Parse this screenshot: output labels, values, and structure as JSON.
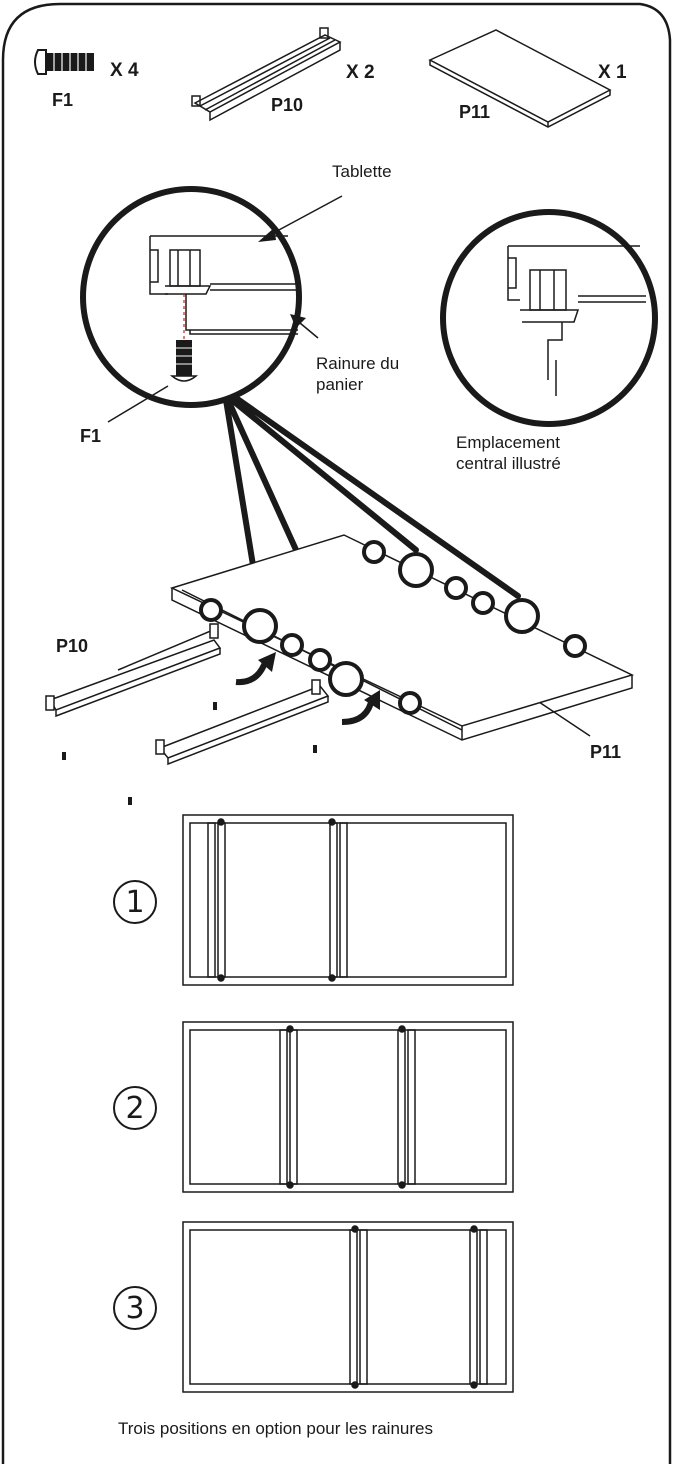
{
  "parts": {
    "f1": {
      "label": "F1",
      "qty": "X 4"
    },
    "p10": {
      "label": "P10",
      "qty": "X 2"
    },
    "p11": {
      "label": "P11",
      "qty": "X 1"
    }
  },
  "detail": {
    "tablette": "Tablette",
    "rainure_line1": "Rainure du",
    "rainure_line2": "panier",
    "f1": "F1",
    "center_line1": "Emplacement",
    "center_line2": "central illustré"
  },
  "assembly": {
    "p10": "P10",
    "p11": "P11"
  },
  "positions": {
    "items": [
      {
        "number": "1"
      },
      {
        "number": "2"
      },
      {
        "number": "3"
      }
    ],
    "caption": "Trois positions en option pour les rainures"
  }
}
